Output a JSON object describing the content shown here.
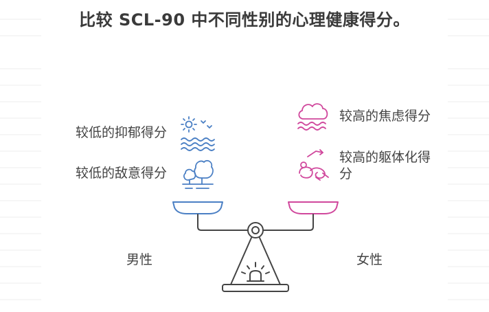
{
  "title": "比较 SCL-90 中不同性别的心理健康得分。",
  "left_side": {
    "label": "男性",
    "color": "#4a7fc4",
    "items": [
      {
        "text": "较低的抑郁得分",
        "icon": "sun-waves-icon"
      },
      {
        "text": "较低的敌意得分",
        "icon": "trees-icon"
      }
    ]
  },
  "right_side": {
    "label": "女性",
    "color": "#d0479c",
    "items": [
      {
        "text": "较高的焦虑得分",
        "icon": "storm-cloud-icon"
      },
      {
        "text": "较高的躯体化得分",
        "icon": "tangled-body-icon"
      }
    ]
  },
  "scale_color": "#444444"
}
